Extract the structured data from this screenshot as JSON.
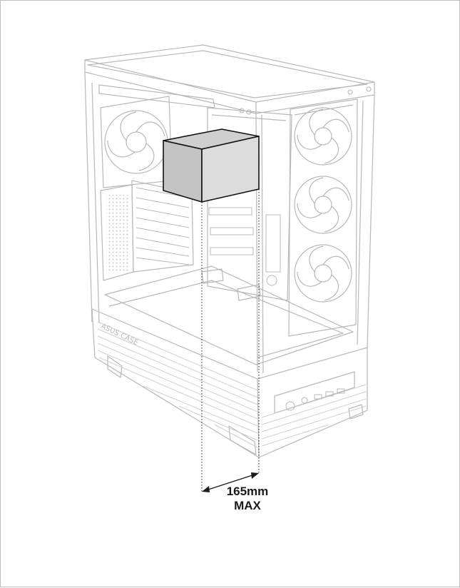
{
  "diagram": {
    "dimension_value": "165mm",
    "dimension_qualifier": "MAX",
    "case_brand_text": "ASUS CASE"
  },
  "colors": {
    "outline": "#b8b8b8",
    "block_fill_front": "#c4c4c4",
    "block_fill_side": "#dcdcdc",
    "block_fill_top": "#cfcfcf",
    "dimension": "#1a1a1a"
  }
}
